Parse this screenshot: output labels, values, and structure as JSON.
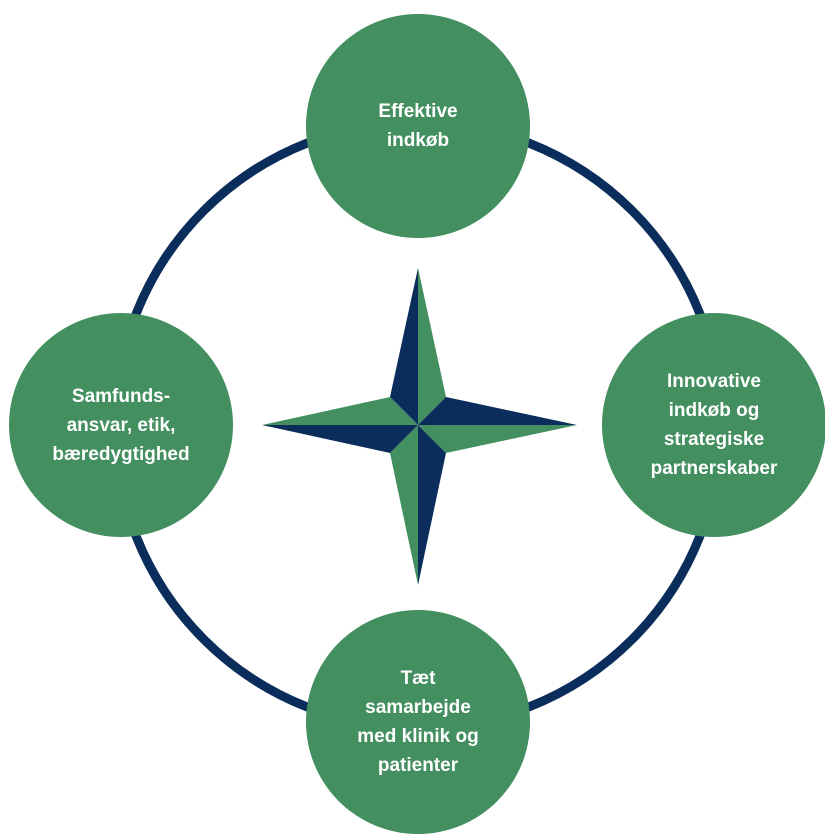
{
  "colors": {
    "node_fill": "#438f60",
    "ring": "#0b2d5c",
    "star_dark": "#0b2d5c",
    "star_green": "#438f60",
    "label": "#ffffff"
  },
  "diagram": {
    "nodes": {
      "top": {
        "label": "Effektive\nindkøb"
      },
      "right": {
        "label": "Innovative\nindkøb og\nstrategiske\npartnerskaber"
      },
      "bottom": {
        "label": "Tæt\nsamarbejde\nmed klinik og\npatienter"
      },
      "left": {
        "label": "Samfunds-\nansvar, etik,\nbæredygtighed"
      }
    }
  }
}
